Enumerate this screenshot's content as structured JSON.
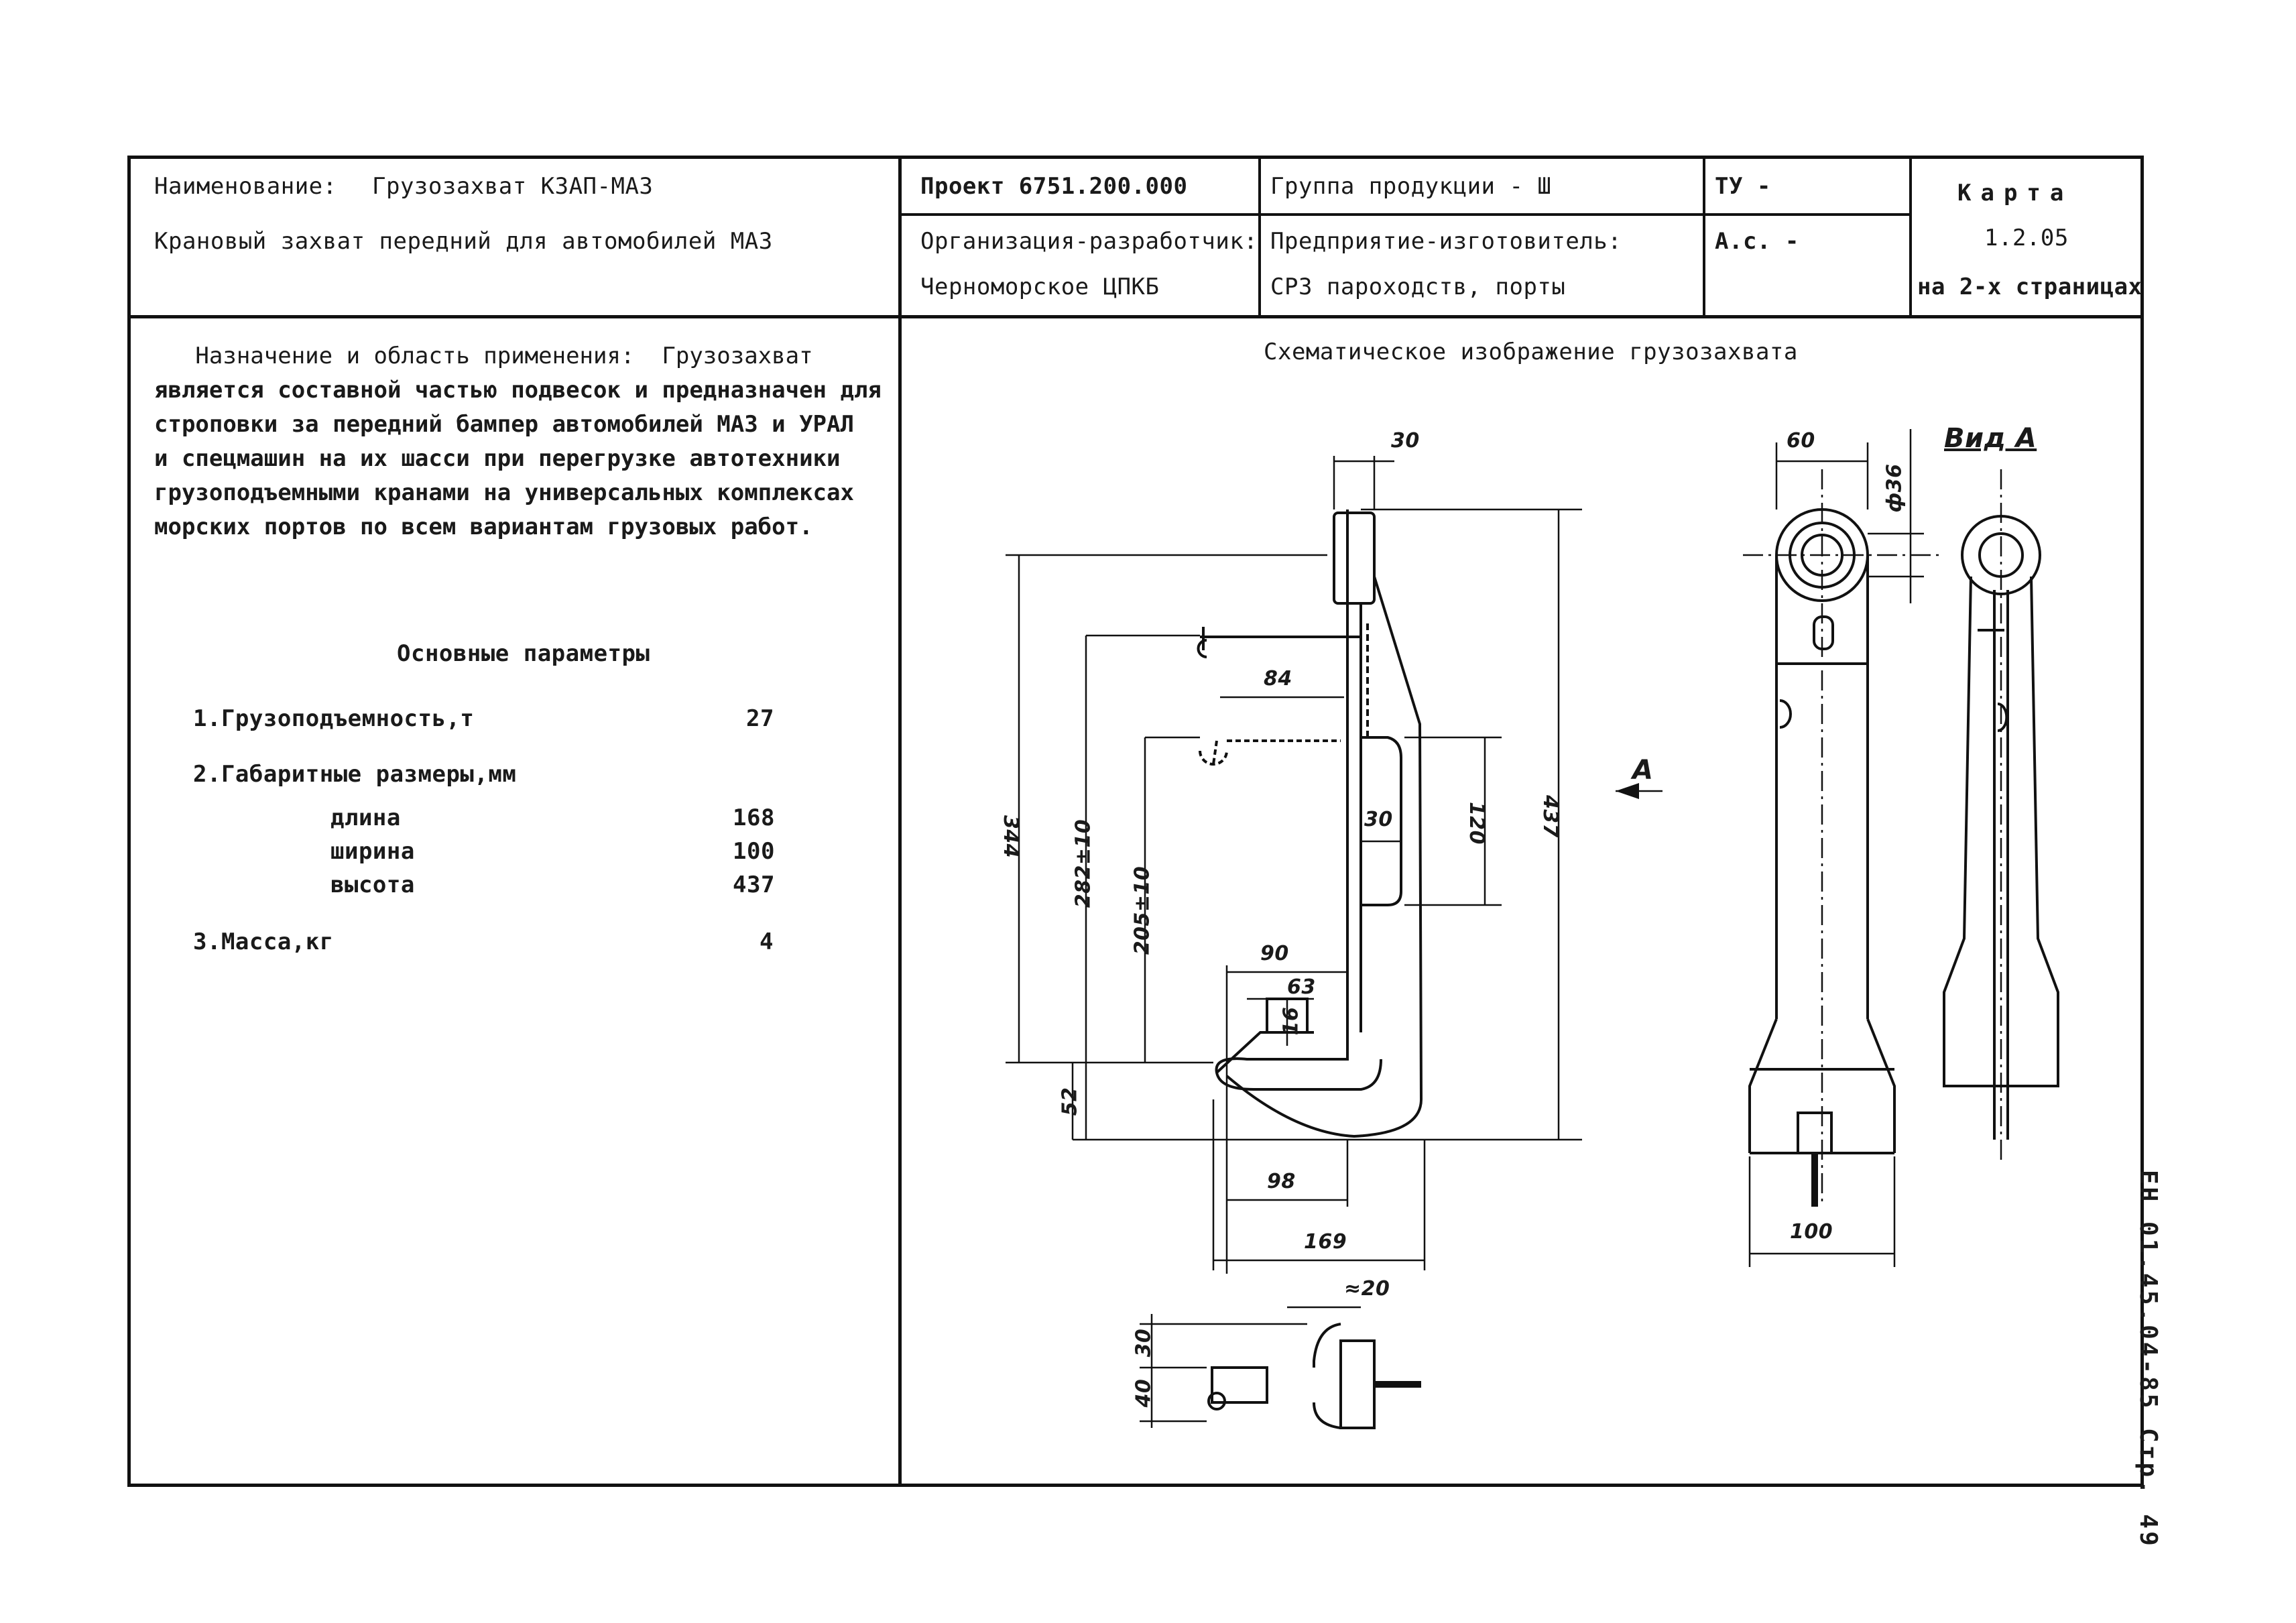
{
  "header": {
    "name_label": "Наименование:",
    "name_value": "Грузозахват КЗАП-МАЗ",
    "description": "Крановый захват передний для автомобилей МАЗ",
    "project": "Проект  6751.200.000",
    "dev_org_label": "Организация-разработчик:",
    "dev_org_value": "Черноморское ЦПКБ",
    "product_group": "Группа продукции - Ш",
    "manufacturer_label": "Предприятие-изготовитель:",
    "manufacturer_value": "СРЗ пароходств, порты",
    "tu": "ТУ   -",
    "ac": "А.с. -",
    "card_title": "Карта",
    "card_number": "1.2.05",
    "card_pages": "на 2-х страницах"
  },
  "purpose": {
    "lines": [
      "   Назначение и область применения:  Грузозахват",
      "является составной частью подвесок и предназначен для",
      "строповки за передний бампер автомобилей МАЗ и УРАЛ",
      "и спецмашин на их шасси при перегрузке автотехники",
      "грузоподъемными кранами на универсальных комплексах",
      "морских портов по всем вариантам грузовых работ."
    ]
  },
  "params": {
    "title": "Основные параметры",
    "capacity_label": "1.Грузоподъемность,т",
    "capacity_value": "27",
    "dims_label": "2.Габаритные размеры,мм",
    "length_label": "длина",
    "length_value": "168",
    "width_label": "ширина",
    "width_value": "100",
    "height_label": "высота",
    "height_value": "437",
    "mass_label": "3.Масса,кг",
    "mass_value": "4"
  },
  "drawing": {
    "title": "Схематическое изображение грузозахвата",
    "view_label": "Вид А",
    "arrow_label": "А",
    "dims": {
      "d30_top": "30",
      "d84": "84",
      "d30_mid": "30",
      "d120": "120",
      "d437": "437",
      "d344": "344",
      "d282": "282±10",
      "d205": "205±10",
      "d90": "90",
      "d63": "63",
      "d16": "16",
      "d52": "52",
      "d98": "98",
      "d169": "169",
      "d60": "60",
      "d36": "ф36",
      "d100": "100",
      "d20": "≈20",
      "d30_bot": "30",
      "d40": "40"
    }
  },
  "side_stamp": "ЕН 01.45.04-85  Стр. 49"
}
